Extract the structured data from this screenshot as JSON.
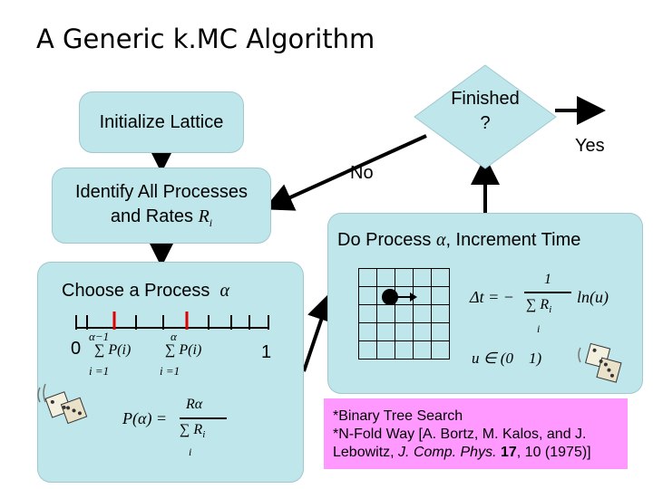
{
  "title": "A Generic k.MC Algorithm",
  "boxes": {
    "initialize": "Initialize Lattice",
    "identify_line1": "Identify All Processes",
    "identify_line2": "and Rates",
    "identify_var": "R",
    "identify_sub": "i",
    "choose_label": "Choose a Process",
    "alpha": "α",
    "do_process_pre": "Do Process",
    "do_process_post": ", Increment Time",
    "finished_line1": "Finished",
    "finished_line2": "?"
  },
  "edges": {
    "no": "No",
    "yes": "Yes"
  },
  "choose": {
    "zero": "0",
    "one": "1",
    "sum1_top": "α−1",
    "sum1_body": "∑ P(i)",
    "sum1_bottom": "i =1",
    "sum2_top": "α",
    "sum2_body": "∑ P(i)",
    "sum2_bottom": "i =1",
    "prob_lhs": "P(α) =",
    "prob_num": "Rα",
    "prob_den": "∑ R",
    "prob_den_sub": "i",
    "prob_den_idx": "i"
  },
  "do": {
    "dt_lhs": "Δt = −",
    "dt_num": "1",
    "dt_den": "∑ R",
    "dt_den_sub": "i",
    "dt_den_idx": "i",
    "dt_rhs": "ln(u)",
    "u_text": "u ∈ (0",
    "u_end": "1)"
  },
  "note": {
    "line1": "*Binary Tree Search",
    "line2": "*N-Fold Way [A. Bortz, M. Kalos, and J.",
    "line3_a": "Lebowitz, ",
    "line3_journal": "J. Comp. Phys.",
    "line3_vol": " 17",
    "line3_rest": ", 10 (1975)]"
  },
  "colors": {
    "box_fill": "#bfe6ea",
    "note_fill": "#ff99ff",
    "tick_red": "#e00000"
  },
  "icons": [
    "dice-icon",
    "dice-icon"
  ]
}
